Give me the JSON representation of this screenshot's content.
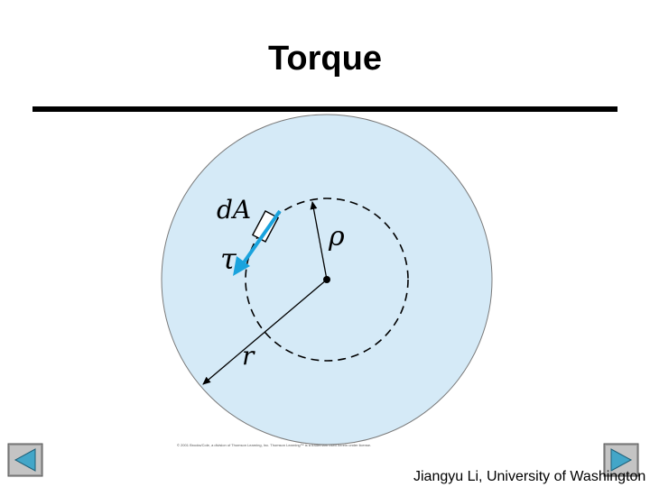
{
  "slide": {
    "title": "Torque",
    "author": "Jiangyu Li, University of Washington",
    "copyright": "© 2001 Brooks/Cole, a division of Thomson Learning, Inc. Thomson Learning™ is a trademark used herein under license."
  },
  "diagram": {
    "labels": {
      "dA": "dA",
      "tau": "τ",
      "rho": "ρ",
      "r": "r"
    },
    "colors": {
      "disk_fill": "#d5eaf7",
      "disk_stroke": "#7a7a7a",
      "arrow": "#1aa3dd",
      "line": "#000000"
    }
  },
  "nav": {
    "prev_icon": "triangle-left-icon",
    "next_icon": "triangle-right-icon"
  }
}
